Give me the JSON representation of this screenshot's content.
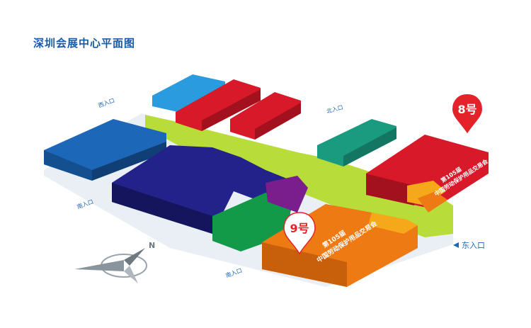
{
  "title": "深圳会展中心平面图",
  "entrances": {
    "north": "北入口",
    "south_left": "南入口",
    "south_right": "南入口",
    "east": "东入口",
    "west": "西入口"
  },
  "markers": {
    "hall8": {
      "label": "8号",
      "color": "#e3222a"
    },
    "hall9": {
      "label": "9号",
      "color": "#e3222a"
    }
  },
  "banners": {
    "hall8": {
      "line1": "第105届",
      "line2": "中国劳动保护用品交易会"
    },
    "hall9": {
      "line1": "第105届",
      "line2": "中国劳动保护用品交易会"
    }
  },
  "compass": {
    "label": "N"
  },
  "colors": {
    "corridor": "#b8dc3a",
    "blue": "#1d67b8",
    "navy": "#22228a",
    "red": "#d7192a",
    "teal": "#1a9a7e",
    "green": "#139a48",
    "purple": "#7a1e8e",
    "orange": "#ee7a14",
    "yellow": "#f5a81a",
    "cyan": "#2b9be0"
  }
}
